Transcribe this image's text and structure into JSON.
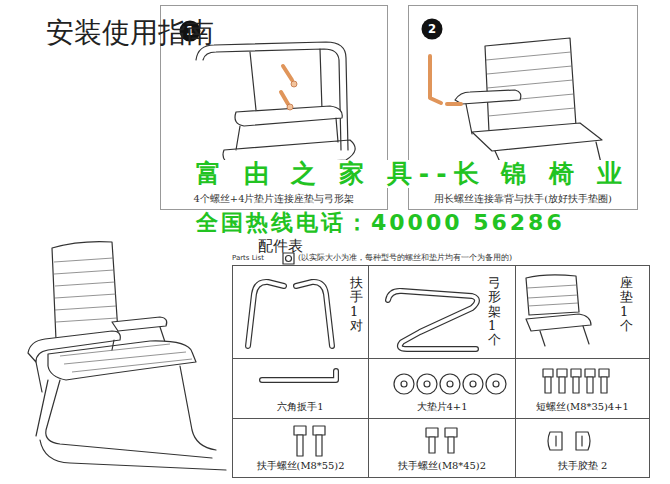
{
  "diagram": {
    "title": "安装使用指南",
    "nodes": [
      {
        "text": [
          "4个螺丝+4片垫片连接座垫与弓形架"
        ]
      },
      {
        "text": [
          "1"
        ],
        "in": 0
      },
      {
        "text": [
          "用长螺丝连接靠背与扶手(放好扶手垫圈)"
        ]
      },
      {
        "text": [
          "2"
        ],
        "in": 2
      },
      {
        "text": [
          "扶手1对"
        ]
      },
      {
        "text": [
          "弓形架1个"
        ]
      },
      {
        "text": [
          "座垫1个"
        ]
      },
      {
        "text": [
          "六角扳手1"
        ]
      },
      {
        "text": [
          "大垫片4+1"
        ]
      },
      {
        "text": [
          "短螺丝(M8*35)4+1"
        ]
      },
      {
        "text": [
          "扶手螺丝(M8*55)2"
        ]
      },
      {
        "text": [
          "扶手螺丝(M8*45)2"
        ]
      },
      {
        "text": [
          "扶手胶垫 2"
        ]
      }
    ],
    "labels": [
      "富 由 之 家 具--长 锦 椅 业",
      "全国热线电话：40000 56286",
      "配件表",
      "Parts List",
      "(以实际大小为准，每种型号的螺丝和垫片均有一个为备用的)"
    ]
  }
}
